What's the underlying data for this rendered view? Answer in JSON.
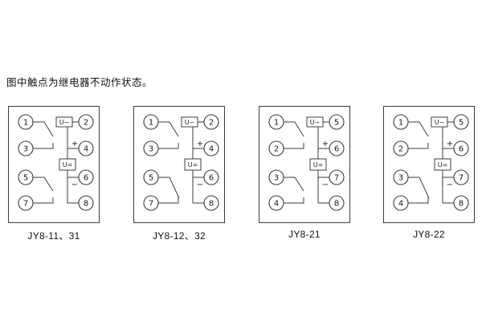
{
  "note": "图中触点为继电器不动作状态。",
  "diagram": {
    "ac_box_label": "U~",
    "dc_box_label": "U=",
    "plus_label": "+",
    "minus_label": "−",
    "line_color": "#3d3d3d"
  },
  "panels": [
    {
      "label": "JY8-11、31",
      "left_terminals": [
        "1",
        "3",
        "5",
        "7"
      ],
      "right_terminals": [
        "2",
        "4",
        "6",
        "8"
      ],
      "contacts": [
        "open",
        "open"
      ]
    },
    {
      "label": "JY8-12、32",
      "left_terminals": [
        "1",
        "3",
        "5",
        "7"
      ],
      "right_terminals": [
        "2",
        "4",
        "6",
        "8"
      ],
      "contacts": [
        "open",
        "closed"
      ]
    },
    {
      "label": "JY8-21",
      "left_terminals": [
        "1",
        "2",
        "3",
        "4"
      ],
      "right_terminals": [
        "5",
        "6",
        "7",
        "8"
      ],
      "contacts": [
        "open",
        "open"
      ]
    },
    {
      "label": "JY8-22",
      "left_terminals": [
        "1",
        "2",
        "3",
        "4"
      ],
      "right_terminals": [
        "5",
        "6",
        "7",
        "8"
      ],
      "contacts": [
        "open",
        "closed"
      ]
    }
  ]
}
